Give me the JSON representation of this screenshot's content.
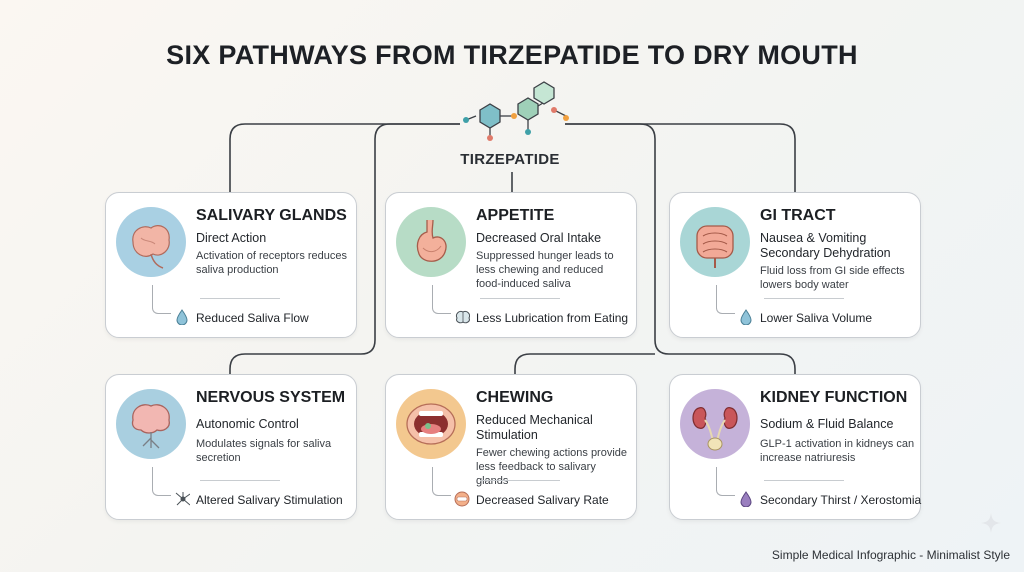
{
  "title": "SIX PATHWAYS FROM TIRZEPATIDE TO DRY MOUTH",
  "center": {
    "label": "TIRZEPATIDE"
  },
  "cards": [
    {
      "title": "SALIVARY GLANDS",
      "subtitle": "Direct Action",
      "description": "Activation of receptors reduces saliva production",
      "outcome": "Reduced Saliva Flow",
      "icon": "salivary-gland-icon",
      "outcome_icon": "droplet-icon",
      "circle_color": "#a9d0e3"
    },
    {
      "title": "APPETITE",
      "subtitle": "Decreased Oral Intake",
      "description": "Suppressed hunger leads to less chewing and reduced food-induced saliva",
      "outcome": "Less Lubrication from Eating",
      "icon": "stomach-icon",
      "outcome_icon": "brain-icon",
      "circle_color": "#b7dcc6"
    },
    {
      "title": "GI TRACT",
      "subtitle": "Nausea & Vomiting Secondary Dehydration",
      "description": "Fluid loss from GI side effects lowers body water",
      "outcome": "Lower Saliva Volume",
      "icon": "intestines-icon",
      "outcome_icon": "droplet-icon",
      "circle_color": "#a9d6d6"
    },
    {
      "title": "NERVOUS SYSTEM",
      "subtitle": "Autonomic Control",
      "description": "Modulates signals for saliva secretion",
      "outcome": "Altered Salivary Stimulation",
      "icon": "brain-nerves-icon",
      "outcome_icon": "neuron-icon",
      "circle_color": "#a9cfe0"
    },
    {
      "title": "CHEWING",
      "subtitle": "Reduced Mechanical Stimulation",
      "description": "Fewer chewing actions provide less feedback to salivary glands",
      "outcome": "Decreased Salivary Rate",
      "icon": "open-mouth-icon",
      "outcome_icon": "mouth-icon",
      "circle_color": "#f3c88f"
    },
    {
      "title": "KIDNEY FUNCTION",
      "subtitle": "Sodium & Fluid Balance",
      "description": "GLP-1 activation in kidneys can increase natriuresis",
      "outcome": "Secondary Thirst / Xerostomia",
      "icon": "kidney-icon",
      "outcome_icon": "droplet-purple-icon",
      "circle_color": "#c5b2d9"
    }
  ],
  "footer": "Simple Medical Infographic - Minimalist Style"
}
